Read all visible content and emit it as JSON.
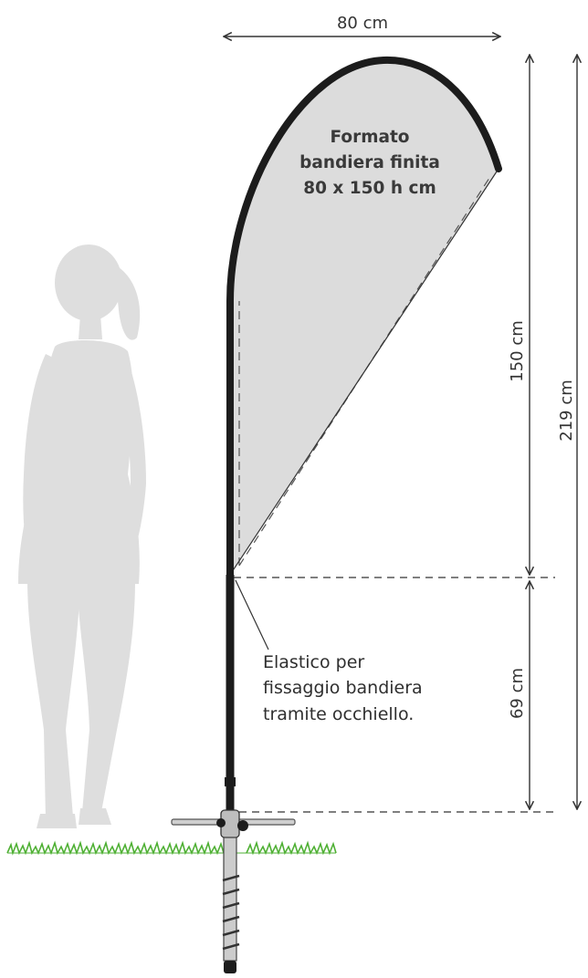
{
  "dimensions": {
    "width": "80 cm",
    "flag_height": "150 cm",
    "total_height": "219 cm",
    "pole_height": "69 cm"
  },
  "flag_label": {
    "line1": "Formato",
    "line2": "bandiera finita",
    "line3": "80 x 150 h cm"
  },
  "note": {
    "line1": "Elastico per",
    "line2": "fissaggio bandiera",
    "line3": "tramite occhiello."
  },
  "colors": {
    "flag_fill": "#dcdcdc",
    "silhouette": "#dedede",
    "grass": "#4fb034",
    "frame": "#1c1c1c",
    "lines": "#333333"
  }
}
